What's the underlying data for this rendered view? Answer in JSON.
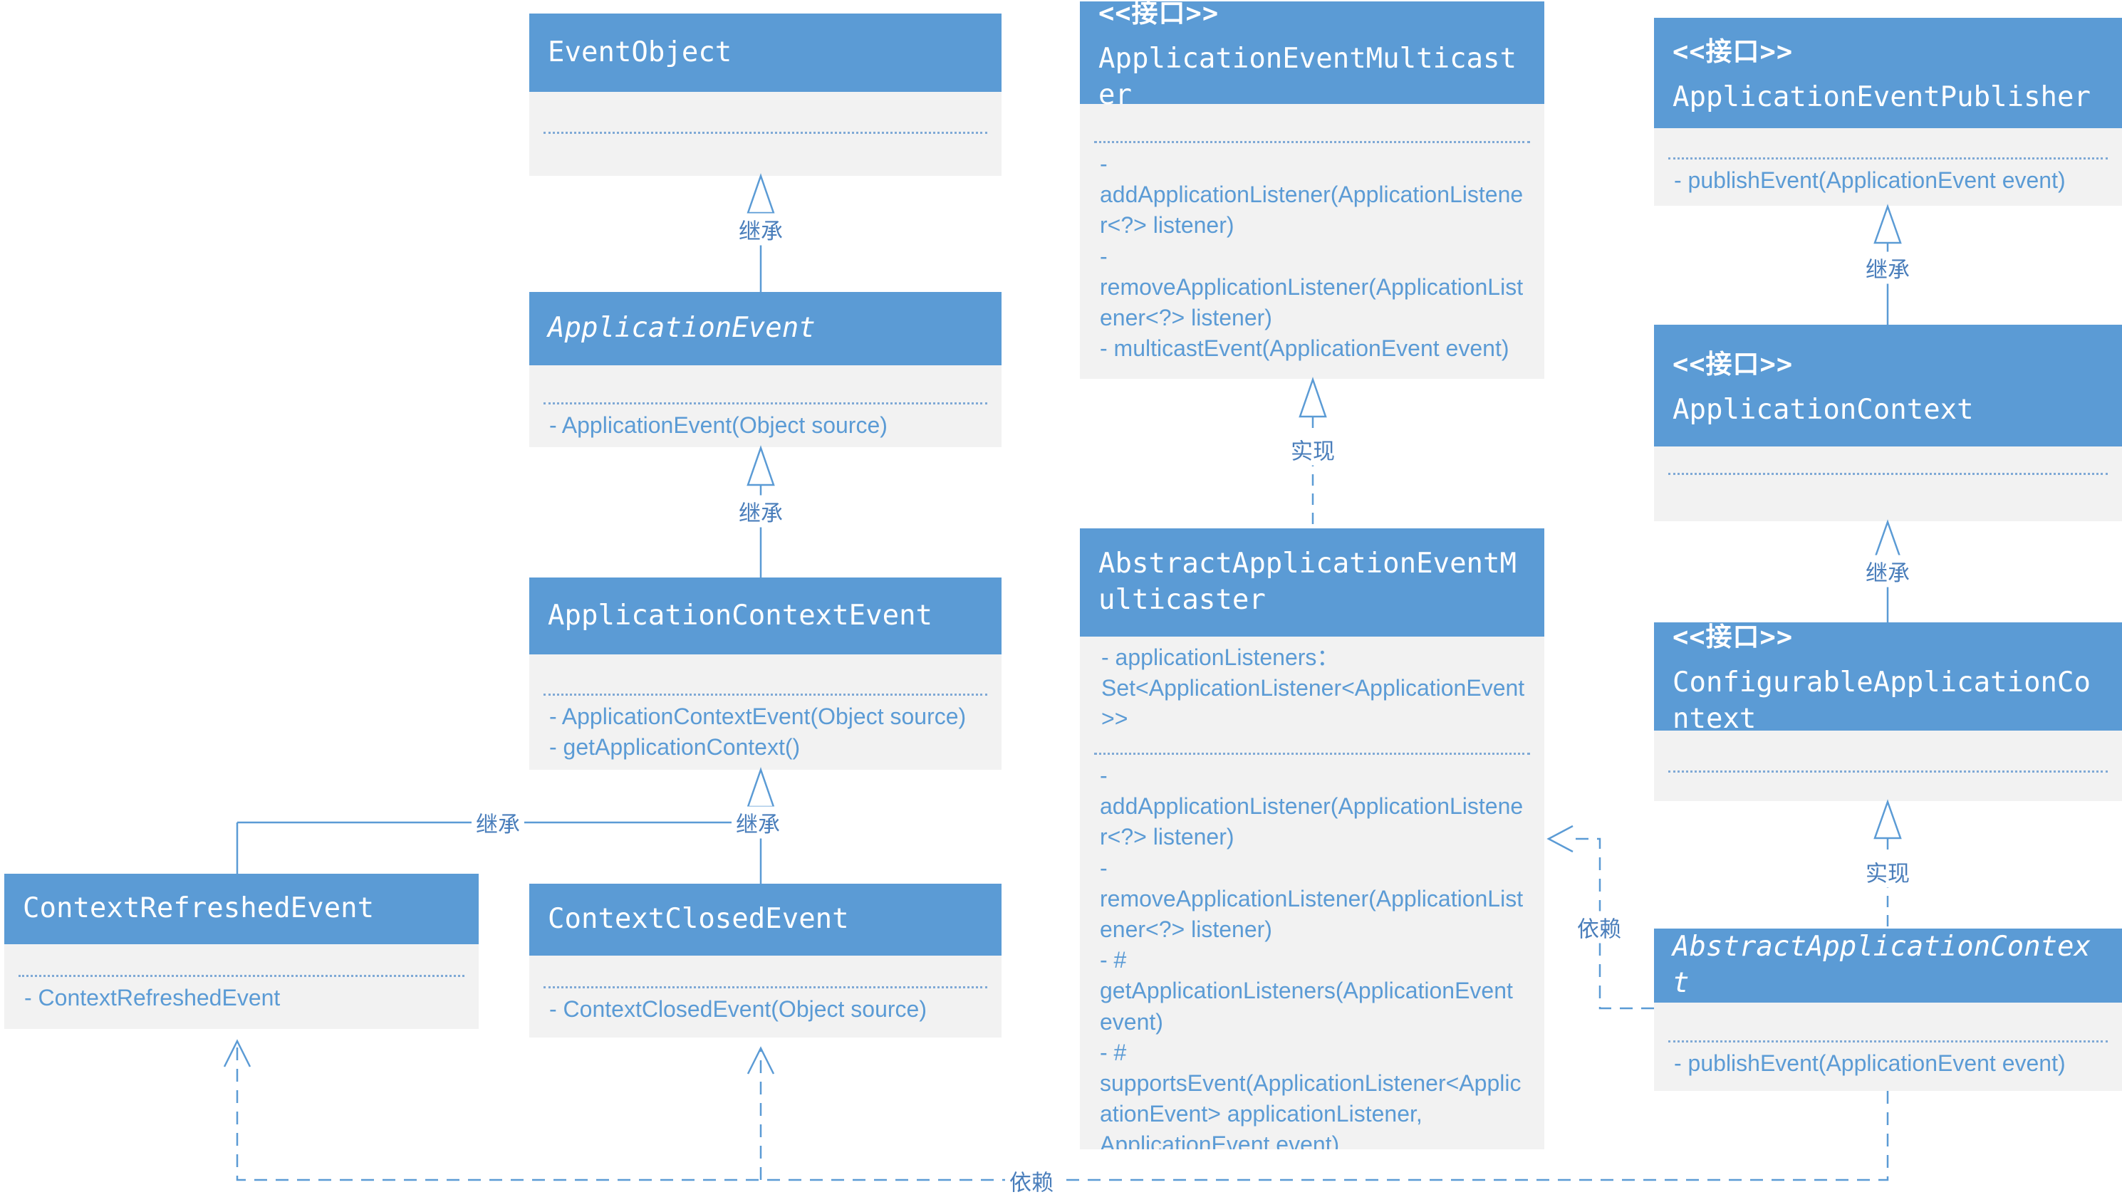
{
  "labels": {
    "interface_stereotype": "<<接口>>",
    "inherit": "继承",
    "implement": "实现",
    "depend": "依赖"
  },
  "colors": {
    "header_bg": "#5b9bd5",
    "body_bg": "#f2f2f2",
    "header_text": "#ffffff",
    "body_text": "#5b9bd5",
    "line": "#5b9bd5",
    "label_text": "#4a7ebb"
  },
  "classes": {
    "event_object": {
      "title": "EventObject",
      "attributes": [],
      "methods": []
    },
    "application_event": {
      "title": "ApplicationEvent",
      "abstract": true,
      "attributes": [],
      "methods": [
        "- ApplicationEvent(Object source)"
      ]
    },
    "application_context_event": {
      "title": "ApplicationContextEvent",
      "attributes": [],
      "methods": [
        "- ApplicationContextEvent(Object source)",
        "- getApplicationContext()"
      ]
    },
    "context_refreshed_event": {
      "title": "ContextRefreshedEvent",
      "attributes": [],
      "methods": [
        "- ContextRefreshedEvent"
      ]
    },
    "context_closed_event": {
      "title": "ContextClosedEvent",
      "attributes": [],
      "methods": [
        "- ContextClosedEvent(Object source)"
      ]
    },
    "application_event_multicaster": {
      "stereotype": "<<接口>>",
      "title": "ApplicationEventMulticaster",
      "attributes": [],
      "methods": [
        "- addApplicationListener(ApplicationListener<?> listener)",
        "- removeApplicationListener(ApplicationListener<?> listener)",
        "- multicastEvent(ApplicationEvent event)"
      ]
    },
    "abstract_application_event_multicaster": {
      "title": "AbstractApplicationEventMulticaster",
      "attributes": [
        "- applicationListeners：Set<ApplicationListener<ApplicationEvent>>"
      ],
      "methods": [
        "- addApplicationListener(ApplicationListener<?> listener)",
        "- removeApplicationListener(ApplicationListener<?> listener)",
        "- # getApplicationListeners(ApplicationEvent event)",
        "- # supportsEvent(ApplicationListener<ApplicationEvent> applicationListener, ApplicationEvent event)"
      ]
    },
    "application_event_publisher": {
      "stereotype": "<<接口>>",
      "title": "ApplicationEventPublisher",
      "attributes": [],
      "methods": [
        "- publishEvent(ApplicationEvent event)"
      ]
    },
    "application_context": {
      "stereotype": "<<接口>>",
      "title": "ApplicationContext",
      "attributes": [],
      "methods": []
    },
    "configurable_application_context": {
      "stereotype": "<<接口>>",
      "title": "ConfigurableApplicationContext",
      "attributes": [],
      "methods": []
    },
    "abstract_application_context": {
      "title": "AbstractApplicationContext",
      "abstract": true,
      "attributes": [],
      "methods": [
        "- publishEvent(ApplicationEvent event)"
      ]
    }
  },
  "relations": [
    {
      "from": "application_event",
      "to": "event_object",
      "type": "inheritance",
      "label": "继承"
    },
    {
      "from": "application_context_event",
      "to": "application_event",
      "type": "inheritance",
      "label": "继承"
    },
    {
      "from": "context_refreshed_event",
      "to": "application_context_event",
      "type": "inheritance",
      "label": "继承"
    },
    {
      "from": "context_closed_event",
      "to": "application_context_event",
      "type": "inheritance",
      "label": "继承"
    },
    {
      "from": "abstract_application_event_multicaster",
      "to": "application_event_multicaster",
      "type": "realization",
      "label": "实现"
    },
    {
      "from": "application_context",
      "to": "application_event_publisher",
      "type": "inheritance",
      "label": "继承"
    },
    {
      "from": "configurable_application_context",
      "to": "application_context",
      "type": "inheritance",
      "label": "继承"
    },
    {
      "from": "abstract_application_context",
      "to": "configurable_application_context",
      "type": "realization",
      "label": "实现"
    },
    {
      "from": "abstract_application_context",
      "to": "abstract_application_event_multicaster",
      "type": "dependency",
      "label": "依赖"
    },
    {
      "from": "abstract_application_context",
      "to": "context_refreshed_event",
      "type": "dependency",
      "label": "依赖"
    },
    {
      "from": "abstract_application_context",
      "to": "context_closed_event",
      "type": "dependency",
      "label": "依赖"
    }
  ]
}
